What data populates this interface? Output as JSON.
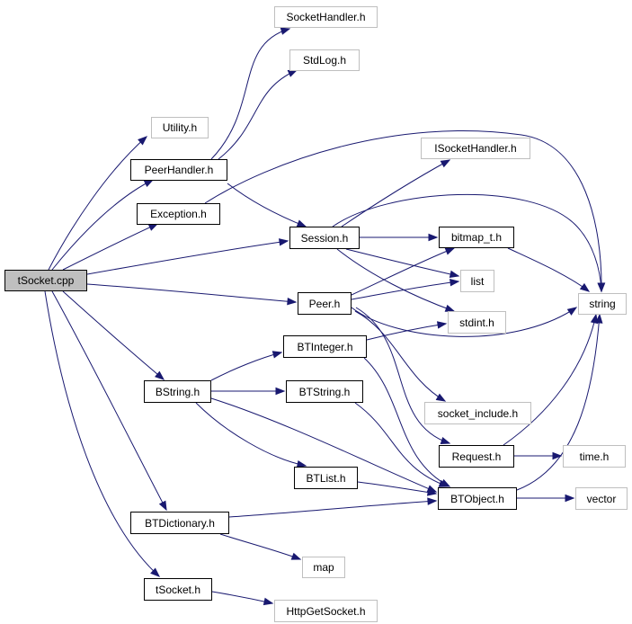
{
  "graph": {
    "nodes": {
      "tsocket_cpp": "tSocket.cpp",
      "socket_handler_h": "SocketHandler.h",
      "stdlog_h": "StdLog.h",
      "utility_h": "Utility.h",
      "peer_handler_h": "PeerHandler.h",
      "exception_h": "Exception.h",
      "isocket_handler_h": "ISocketHandler.h",
      "session_h": "Session.h",
      "bitmap_t_h": "bitmap_t.h",
      "list": "list",
      "string": "string",
      "peer_h": "Peer.h",
      "stdint_h": "stdint.h",
      "btinteger_h": "BTInteger.h",
      "bstring_h": "BString.h",
      "btstring_h": "BTString.h",
      "socket_include_h": "socket_include.h",
      "request_h": "Request.h",
      "time_h": "time.h",
      "btlist_h": "BTList.h",
      "btobject_h": "BTObject.h",
      "vector": "vector",
      "btdictionary_h": "BTDictionary.h",
      "map": "map",
      "tsocket_h": "tSocket.h",
      "http_get_socket_h": "HttpGetSocket.h"
    },
    "colors": {
      "edge": "#191970",
      "local_border": "#000000",
      "external_border": "#bfbfbf",
      "root_fill": "#bfbfbf"
    }
  }
}
